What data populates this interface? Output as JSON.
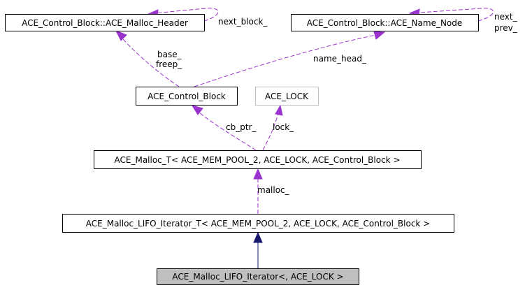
{
  "diagram": {
    "nodes": {
      "malloc_header": {
        "label": "ACE_Control_Block::ACE_Malloc_Header"
      },
      "name_node": {
        "label": "ACE_Control_Block::ACE_Name_Node"
      },
      "control_block": {
        "label": "ACE_Control_Block"
      },
      "ace_lock": {
        "label": "ACE_LOCK"
      },
      "malloc_t": {
        "label": "ACE_Malloc_T< ACE_MEM_POOL_2, ACE_LOCK, ACE_Control_Block >"
      },
      "lifo_iterator_t": {
        "label": "ACE_Malloc_LIFO_Iterator_T< ACE_MEM_POOL_2, ACE_LOCK, ACE_Control_Block >"
      },
      "lifo_iterator": {
        "label": "ACE_Malloc_LIFO_Iterator<, ACE_LOCK >"
      }
    },
    "edges": {
      "next_block": {
        "label": "next_block_"
      },
      "next_prev": {
        "label_line1": "next_",
        "label_line2": "prev_"
      },
      "base_freep": {
        "label_line1": "base_",
        "label_line2": "freep_"
      },
      "name_head": {
        "label": "name_head_"
      },
      "cb_ptr": {
        "label": "cb_ptr_"
      },
      "lock": {
        "label": "lock_"
      },
      "malloc": {
        "label": "malloc_"
      }
    },
    "colors": {
      "usage_edge": "#9a32cd",
      "inheritance_edge": "#191970",
      "current_node_fill": "#bfbfbf"
    }
  }
}
